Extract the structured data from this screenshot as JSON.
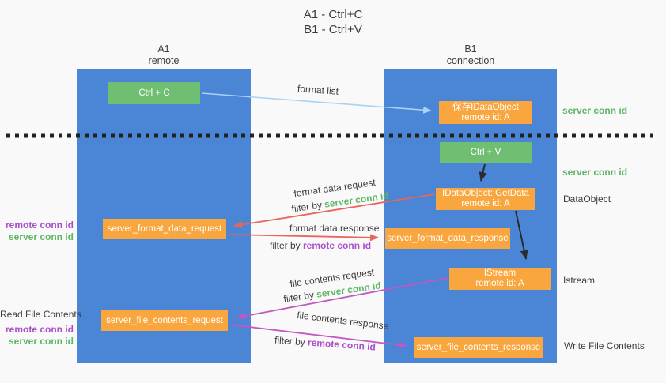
{
  "title": {
    "line1": "A1 - Ctrl+C",
    "line2": "B1 - Ctrl+V"
  },
  "columns": {
    "left": {
      "header_line1": "A1",
      "header_line2": "remote"
    },
    "right": {
      "header_line1": "B1",
      "header_line2": "connection"
    }
  },
  "nodes": {
    "ctrl_c": "Ctrl + C",
    "ctrl_v": "Ctrl + V",
    "save_idataobject": {
      "line1": "保存IDataObject",
      "line2": "remote id: A"
    },
    "getdata": {
      "line1": "IDataObject::GetData",
      "line2": "remote id: A"
    },
    "istream": {
      "line1": "IStream",
      "line2": "remote id: A"
    },
    "format_request": "server_format_data_request",
    "format_response": "server_format_data_response",
    "file_request": "server_file_contents_request",
    "file_response": "server_file_contents_response"
  },
  "arrow_labels": {
    "format_list": "format list",
    "format_data_request": "format data request",
    "format_data_response": "format data response",
    "file_contents_request": "file contents request",
    "file_contents_response": "file contents response",
    "filter_by": "filter by ",
    "server_conn_id": "server conn id",
    "remote_conn_id": "remote conn id"
  },
  "left_labels": {
    "group1": {
      "remote_conn_id": "remote conn id",
      "server_conn_id": "server conn id"
    },
    "read_file_contents": "Read File Contents",
    "group2": {
      "remote_conn_id": "remote conn id",
      "server_conn_id": "server conn id"
    }
  },
  "right_labels": {
    "server_conn_id_top": "server conn id",
    "server_conn_id_mid": "server conn id",
    "dataobject": "DataObject",
    "istream": "Istream",
    "write_file_contents": "Write File Contents"
  },
  "colors": {
    "background": "#f9f9fa",
    "column_blue": "#4a85d6",
    "box_green": "#6fbe72",
    "box_orange": "#f9a63e",
    "text_green": "#5fb764",
    "text_purple": "#ab4ec9",
    "arrow_light_blue": "#a9d3f2",
    "arrow_red": "#e8655a",
    "arrow_magenta": "#c257c2",
    "arrow_black": "#2b2b2b",
    "dotted_divider": "#222222"
  }
}
